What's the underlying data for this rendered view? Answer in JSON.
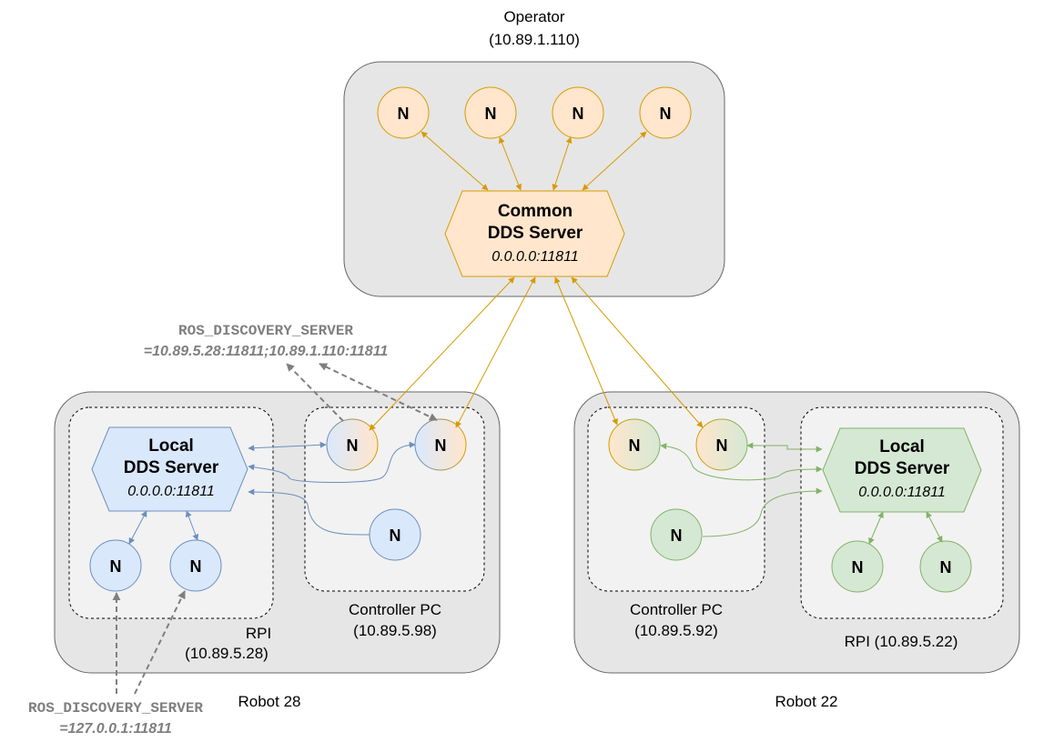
{
  "operator": {
    "title": "Operator",
    "ip": "(10.89.1.110)",
    "nodes": [
      "N",
      "N",
      "N",
      "N"
    ],
    "server": {
      "title_line1": "Common",
      "title_line2": "DDS Server",
      "address": "0.0.0.0:11811"
    }
  },
  "robot28": {
    "label": "Robot 28",
    "rpi": {
      "label_line1": "RPI",
      "label_line2": "(10.89.5.28)",
      "server": {
        "title_line1": "Local",
        "title_line2": "DDS Server",
        "address": "0.0.0.0:11811"
      },
      "nodes": [
        "N",
        "N"
      ]
    },
    "controller": {
      "label_line1": "Controller PC",
      "label_line2": "(10.89.5.98)",
      "nodes": [
        "N",
        "N",
        "N"
      ]
    }
  },
  "robot22": {
    "label": "Robot 22",
    "controller": {
      "label_line1": "Controller PC",
      "label_line2": "(10.89.5.92)",
      "nodes": [
        "N",
        "N",
        "N"
      ]
    },
    "rpi": {
      "label": "RPI (10.89.5.22)",
      "server": {
        "title_line1": "Local",
        "title_line2": "DDS Server",
        "address": "0.0.0.0:11811"
      },
      "nodes": [
        "N",
        "N"
      ]
    }
  },
  "env_controller": {
    "name": "ROS_DISCOVERY_SERVER",
    "value": "=10.89.5.28:11811;10.89.1.110:11811"
  },
  "env_rpi": {
    "name": "ROS_DISCOVERY_SERVER",
    "value": "=127.0.0.1:11811"
  },
  "colors": {
    "orange_stroke": "#d79b00",
    "orange_fill": "#ffe6cc",
    "blue_stroke": "#6c8ebf",
    "blue_fill": "#dae8fc",
    "green_stroke": "#82b366",
    "green_fill": "#d5e8d4",
    "env_gray": "#7f7f7f"
  }
}
